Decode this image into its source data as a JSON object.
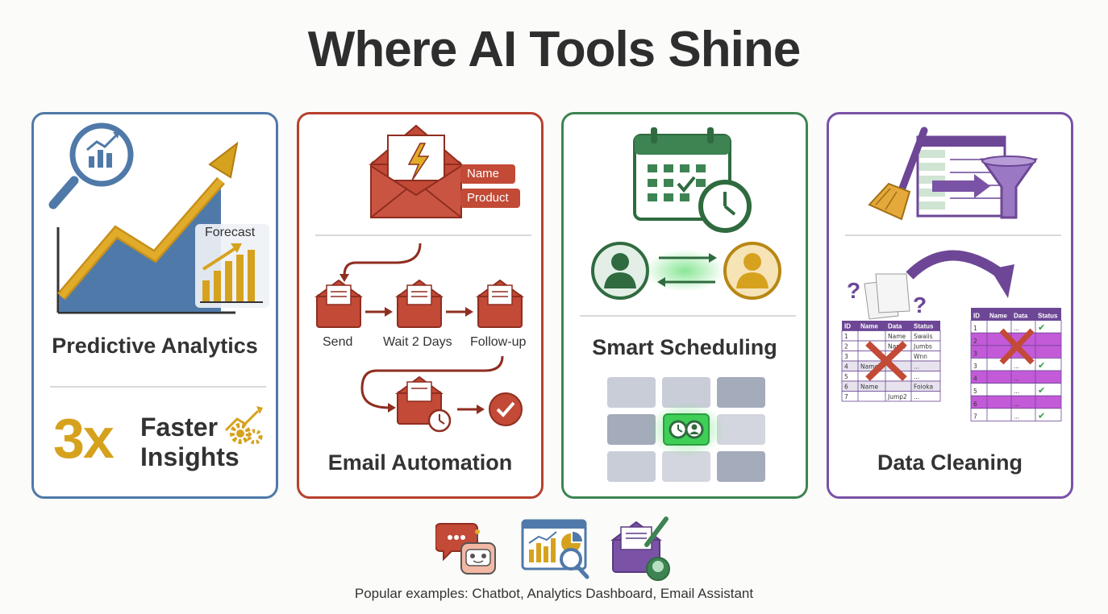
{
  "title": "Where AI Tools Shine",
  "colors": {
    "blue": "#4f79a8",
    "gold": "#d6a21e",
    "red": "#b7402d",
    "green": "#3d8452",
    "purple": "#7a52a6"
  },
  "cards": {
    "predictive": {
      "title": "Predictive Analytics",
      "forecast_label": "Forecast",
      "stat_value": "3x",
      "stat_line1": "Faster",
      "stat_line2": "Insights"
    },
    "email": {
      "title": "Email Automation",
      "tags": [
        "Name",
        "Product"
      ],
      "steps": [
        "Send",
        "Wait 2 Days",
        "Follow-up"
      ]
    },
    "scheduling": {
      "title": "Smart Scheduling"
    },
    "cleaning": {
      "title": "Data Cleaning",
      "left_table": {
        "headers": [
          "ID",
          "Name",
          "Data",
          "Status"
        ],
        "rows": [
          [
            "1",
            "",
            "Name",
            "Swaiis"
          ],
          [
            "2",
            "",
            "Name",
            "Jumbs"
          ],
          [
            "3",
            "",
            "",
            "Wnn"
          ],
          [
            "4",
            "Name",
            "",
            "..."
          ],
          [
            "5",
            "",
            "",
            "..."
          ],
          [
            "6",
            "Name",
            "",
            "Foioka"
          ],
          [
            "7",
            "",
            "Jump2",
            "..."
          ]
        ]
      },
      "right_table": {
        "headers": [
          "ID",
          "Name",
          "Data",
          "Status"
        ],
        "rows": [
          [
            "1",
            "",
            "...",
            "✔"
          ],
          [
            "2",
            "",
            "",
            ""
          ],
          [
            "3",
            "",
            "",
            ""
          ],
          [
            "3",
            "",
            "...",
            "✔"
          ],
          [
            "4",
            "",
            "...",
            ""
          ],
          [
            "5",
            "",
            "...",
            "✔"
          ],
          [
            "6",
            "",
            "...",
            ""
          ],
          [
            "7",
            "",
            "...",
            "✔"
          ]
        ]
      }
    }
  },
  "footer_icons": [
    "chatbot-icon",
    "analytics-dashboard-icon",
    "email-assistant-icon"
  ],
  "footer": "Popular examples: Chatbot, Analytics Dashboard, Email Assistant"
}
